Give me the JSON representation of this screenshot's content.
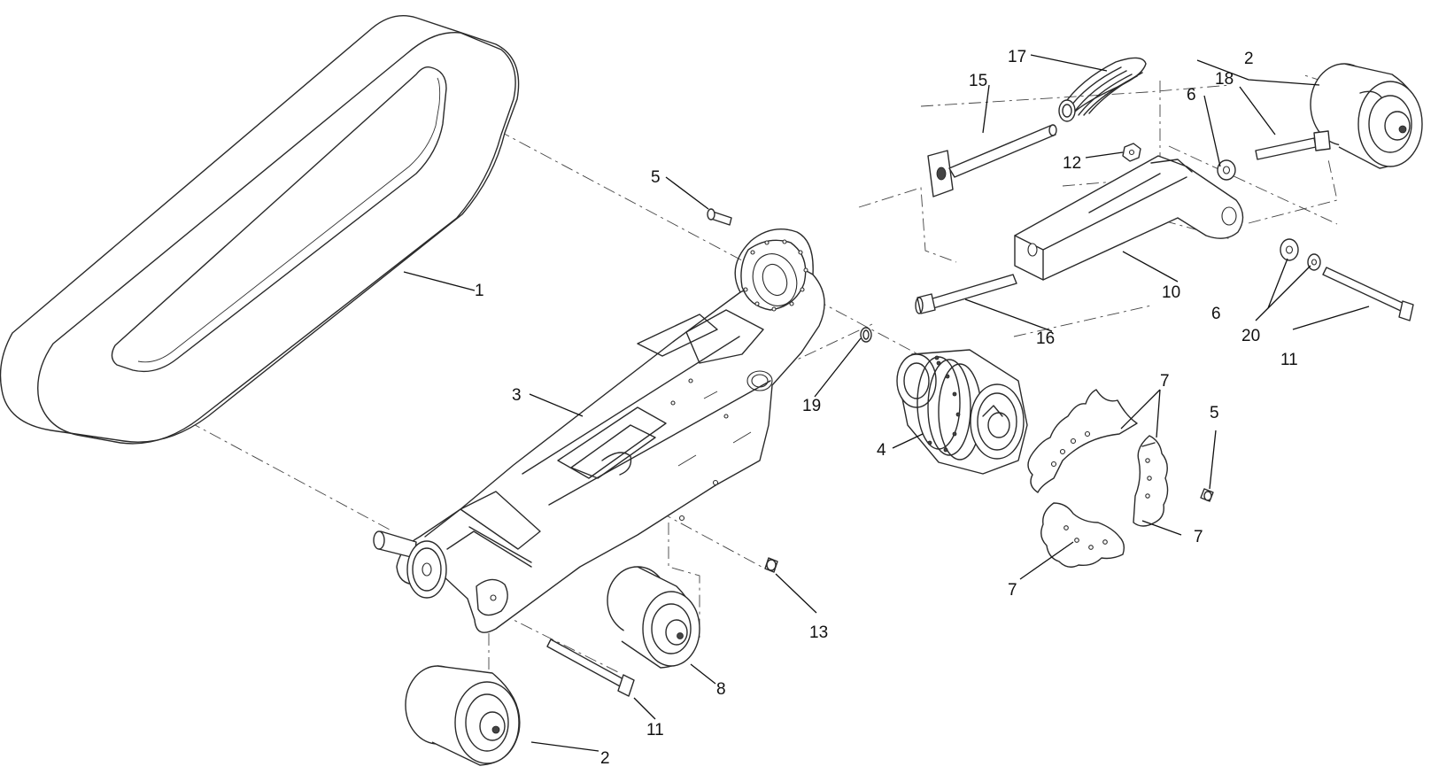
{
  "figure": {
    "callouts": {
      "c1": "1",
      "c2a": "2",
      "c2b": "2",
      "c3": "3",
      "c4": "4",
      "c5a": "5",
      "c5b": "5",
      "c6a": "6",
      "c6b": "6",
      "c7a": "7",
      "c7b": "7",
      "c7c": "7",
      "c8": "8",
      "c10": "10",
      "c11a": "11",
      "c11b": "11",
      "c12": "12",
      "c13": "13",
      "c15": "15",
      "c16": "16",
      "c17": "17",
      "c18": "18",
      "c19": "19",
      "c20": "20"
    }
  }
}
